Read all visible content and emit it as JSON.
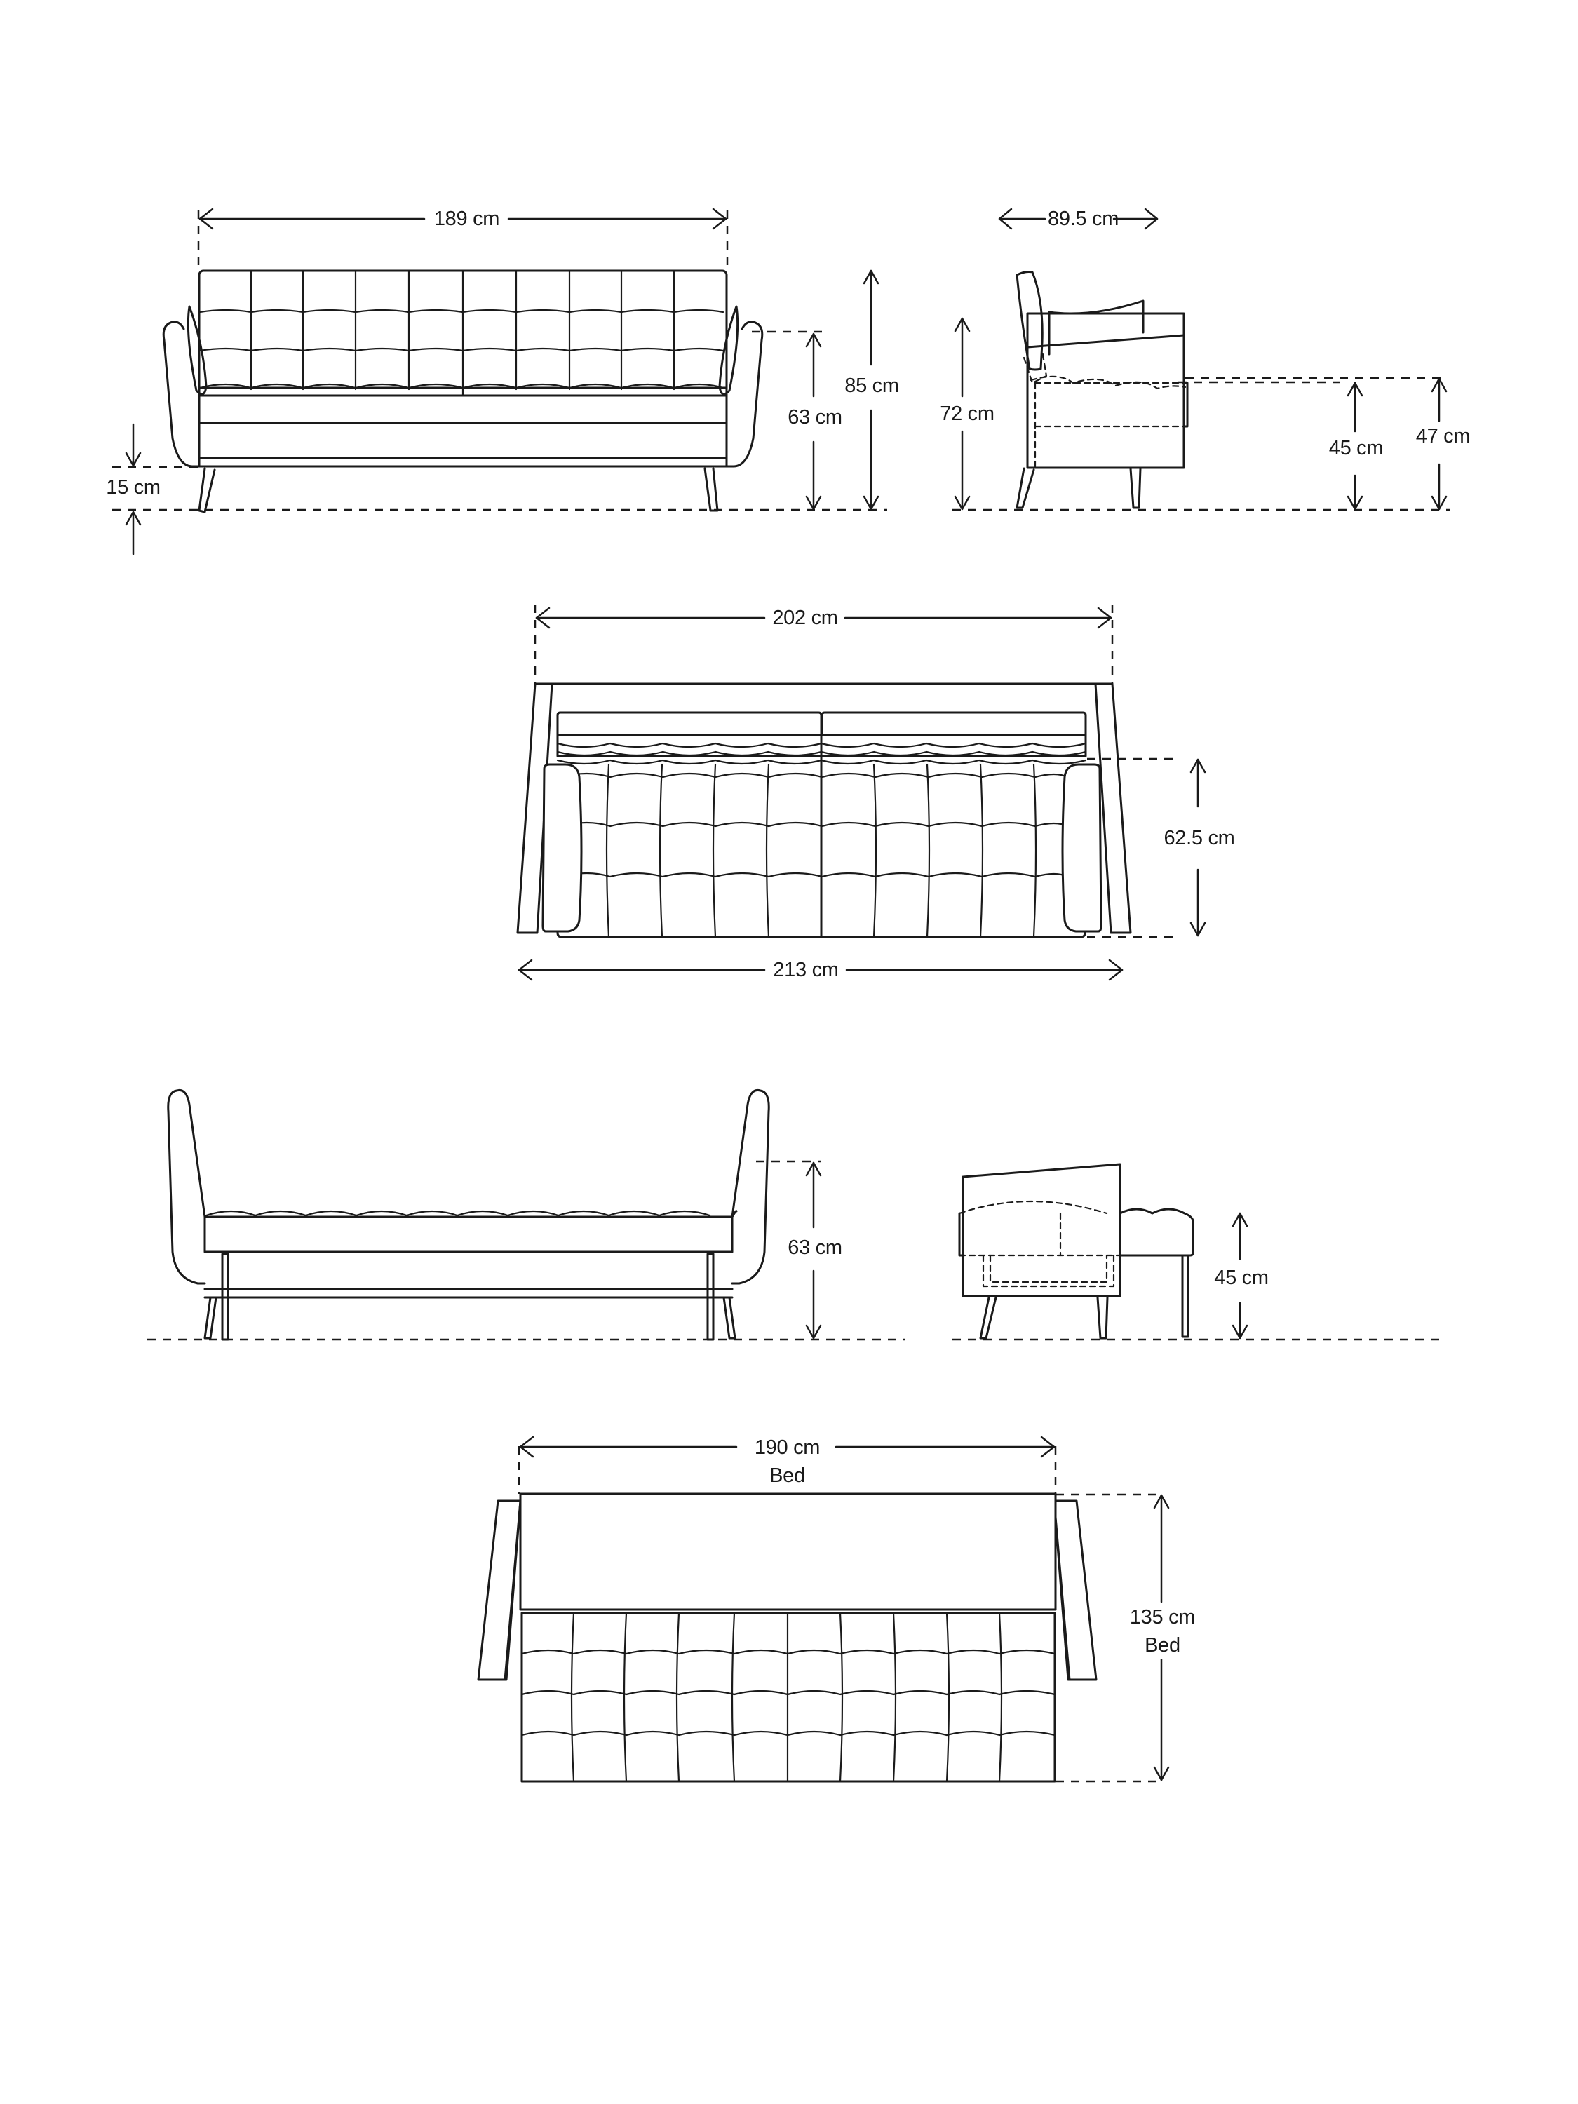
{
  "diagram": {
    "subject": "sofa bed dimensions",
    "line_color": "#1a1a1a",
    "background": "#ffffff",
    "views": [
      {
        "id": "front-view",
        "name": "Front elevation (sofa)",
        "labels": {
          "width": "189 cm",
          "arm_height": "63 cm",
          "total_height": "85 cm",
          "leg_clearance": "15 cm"
        }
      },
      {
        "id": "side-view",
        "name": "Side elevation (sofa)",
        "labels": {
          "depth": "89.5 cm",
          "back_height": "72 cm",
          "seat_height": "45 cm",
          "seat_top_height": "47 cm"
        }
      },
      {
        "id": "top-view",
        "name": "Plan view (sofa)",
        "labels": {
          "back_width": "202 cm",
          "overall_width": "213 cm",
          "seat_depth": "62.5 cm"
        }
      },
      {
        "id": "bed-front-view",
        "name": "Front elevation (bed mode)",
        "labels": {
          "arm_height": "63 cm"
        }
      },
      {
        "id": "bed-side-view",
        "name": "Side elevation (bed mode)",
        "labels": {
          "bed_height": "45 cm"
        }
      },
      {
        "id": "bed-top-view",
        "name": "Plan view (bed mode)",
        "labels": {
          "bed_length": "190 cm",
          "bed_length_caption": "Bed",
          "bed_width": "135 cm",
          "bed_width_caption": "Bed"
        }
      }
    ]
  }
}
